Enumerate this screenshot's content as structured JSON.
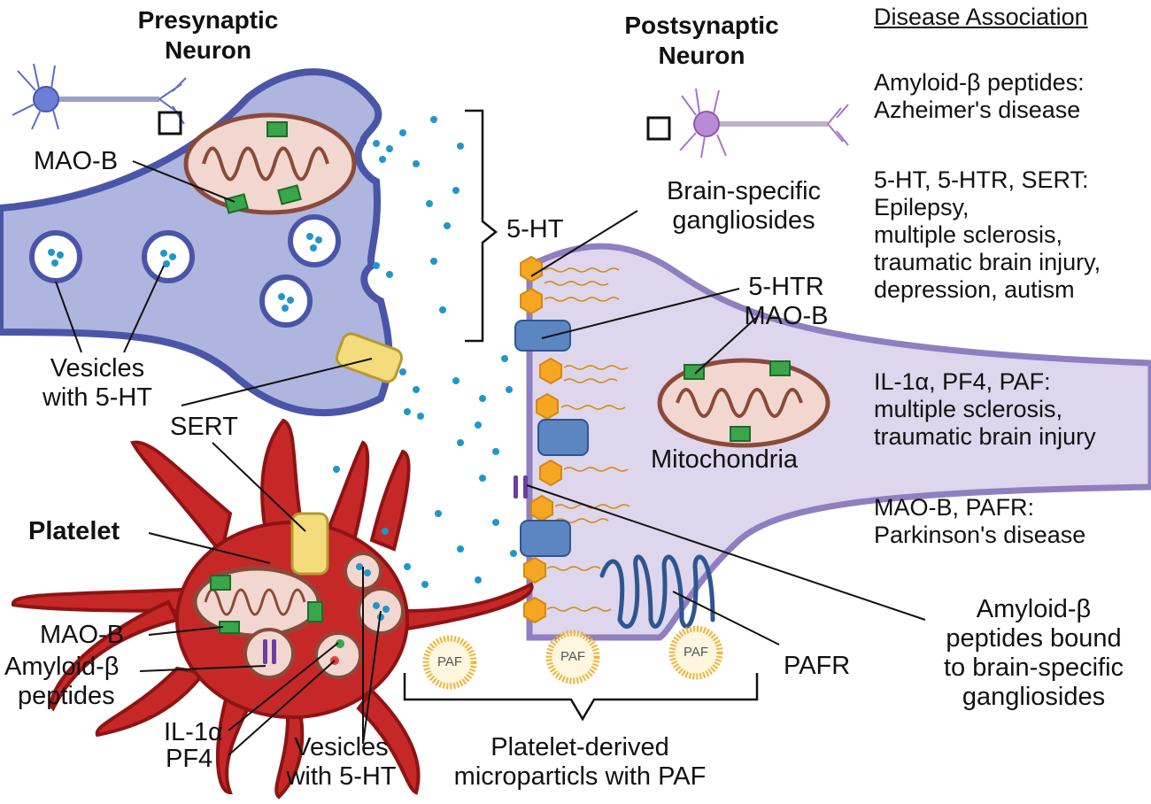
{
  "titles": {
    "presynaptic": [
      "Presynaptic",
      "Neuron"
    ],
    "postsynaptic": [
      "Postsynaptic",
      "Neuron"
    ]
  },
  "labels": {
    "mao_b_pre": "MAO-B",
    "vesicles_pre": [
      "Vesicles",
      "with 5-HT"
    ],
    "sert_label": "SERT",
    "five_ht": "5-HT",
    "brain_gangliosides": [
      "Brain-specific",
      "gangliosides"
    ],
    "five_htr_mao": [
      "5-HTR",
      "MAO-B"
    ],
    "mitochondria": "Mitochondria",
    "platelet": "Platelet",
    "mao_b_platelet": "MAO-B",
    "amyloid_platelet": [
      "Amyloid-β",
      "peptides"
    ],
    "il1a": "IL-1α",
    "pf4": "PF4",
    "vesicles_platelet": [
      "Vesicles",
      "with 5-HT"
    ],
    "microparticles": [
      "Platelet-derived",
      "microparticls with PAF"
    ],
    "pafr": "PAFR",
    "amyloid_bound": [
      "Amyloid-β",
      "peptides bound",
      "to brain-specific",
      "gangliosides"
    ],
    "paf_tag": "PAF"
  },
  "disease_association": {
    "header": "Disease Association",
    "groups": [
      {
        "lines": [
          "Amyloid-β peptides:",
          "Azheimer's disease"
        ]
      },
      {
        "lines": [
          "5-HT, 5-HTR, SERT:",
          "Epilepsy,",
          "multiple sclerosis,",
          "traumatic brain injury,",
          "depression, autism"
        ]
      },
      {
        "lines": [
          "IL-1α, PF4, PAF:",
          "multiple sclerosis,",
          "traumatic brain injury"
        ]
      },
      {
        "lines": [
          "MAO-B, PAFR:",
          "Parkinson's disease"
        ]
      }
    ]
  },
  "colors": {
    "presynaptic_fill": "#aeb5de",
    "presynaptic_stroke": "#4b55a8",
    "postsynaptic_fill": "#ddd6ec",
    "postsynaptic_stroke": "#8f7fc0",
    "platelet_fill": "#c62828",
    "platelet_stroke": "#8e1414",
    "mitochondria_fill": "#f1d7cf",
    "mitochondria_stroke": "#8a4a3a",
    "mao_b": "#3aa54a",
    "serotonin": "#2196c9",
    "sert": "#f4dc7c",
    "receptor": "#5b86c1",
    "ganglioside": "#f5a623",
    "amyloid": "#6a3fa0",
    "paf_ring": "#f0b43a"
  }
}
